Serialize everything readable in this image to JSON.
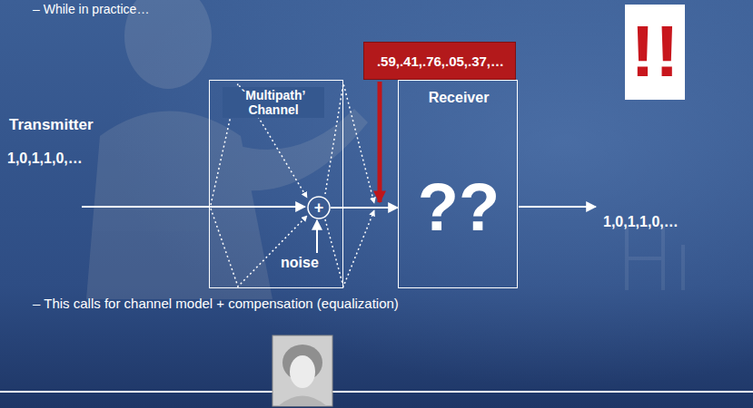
{
  "diagram": {
    "nodes": [
      {
        "text": [
          "`Multipath’ Channel"
        ]
      },
      {
        "text": [
          "+"
        ],
        "in": 0
      },
      {
        "text": [
          ".59,.41,.76,.05,.37,…"
        ]
      },
      {
        "text": [
          "Receiver",
          "??"
        ]
      },
      {
        "text": [
          "!!"
        ]
      }
    ],
    "edges": [
      {
        "from": 1,
        "to": 3,
        "arrow": "to"
      }
    ],
    "labels": [
      "– While in practice…",
      "Transmitter",
      "1,0,1,1,0,…",
      "1,0,1,1,0,…",
      "noise",
      "– This calls for channel model + compensation (equalization)"
    ]
  }
}
